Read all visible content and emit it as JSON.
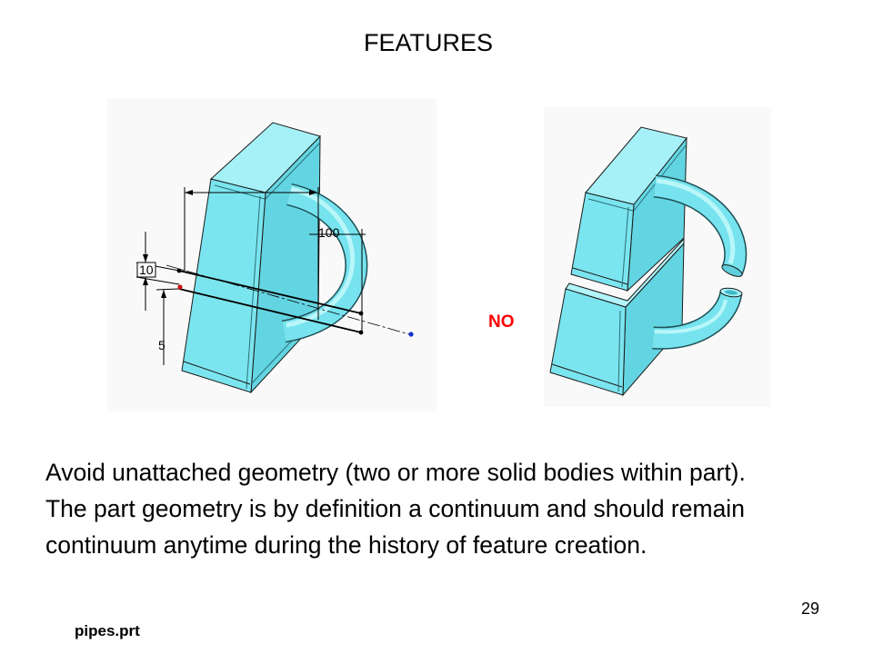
{
  "slide": {
    "title": "FEATURES",
    "page_number": "29",
    "filename": "pipes.prt"
  },
  "figures": {
    "attached": {
      "dimension_labels": {
        "offset_small": "10",
        "length": "100",
        "offset_bottom": "5"
      }
    },
    "unattached": {
      "verdict": "NO"
    }
  },
  "body": {
    "lines": [
      "Avoid unattached geometry (two or more solid bodies within part).",
      "The part geometry is by definition a continuum and should remain",
      "continuum anytime during the history of feature creation."
    ]
  },
  "colors": {
    "part_cyan": "#76e3ee",
    "verdict_red": "#ff0000",
    "text": "#000000",
    "sketch_line": "#000000",
    "centerline_point": "#1030d0"
  }
}
